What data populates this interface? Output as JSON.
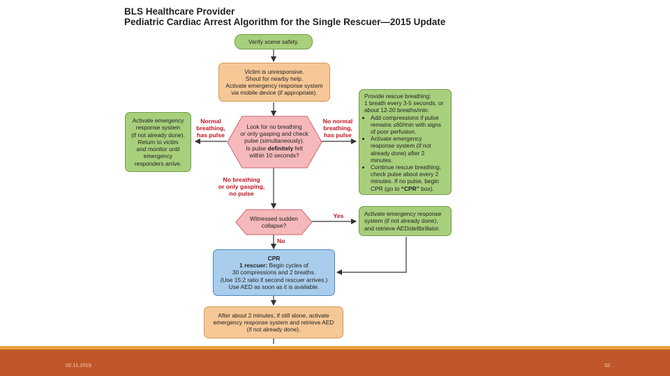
{
  "title": {
    "line1": "BLS Healthcare Provider",
    "line2": "Pediatric Cardiac Arrest Algorithm for the Single Rescuer—2015 Update"
  },
  "nodes": {
    "verify": "Verify scene safety.",
    "victim": [
      "Victim is unresponsive.",
      "Shout for nearby help.",
      "Activate emergency response system",
      "via mobile device (if appropriate)."
    ],
    "check": {
      "lines_before": [
        "Look for no breathing",
        "or only gasping and check",
        "pulse (simultaneously)."
      ],
      "q_pre": "Is pulse ",
      "q_bold": "definitely",
      "q_post": " felt",
      "last": "within 10 seconds?"
    },
    "left_box": [
      "Activate emergency",
      "response system",
      "(if not already done).",
      "Return to victim",
      "and monitor until",
      "emergency",
      "responders arrive."
    ],
    "rescue": {
      "intro": [
        "Provide rescue breathing:",
        "1 breath every 3-5 seconds, or",
        "about 12-20 breaths/min."
      ],
      "bullet1": "Add compressions if pulse remains ≤60/min with signs of poor perfusion.",
      "bullet2": "Activate emergency response system (if not already done) after 2 minutes.",
      "bullet3_pre": "Continue rescue breathing; check pulse about every 2 minutes. If no pulse, begin CPR (go to ",
      "bullet3_bold": "“CPR”",
      "bullet3_post": " box)."
    },
    "witnessed": [
      "Witnessed sudden",
      "collapse?"
    ],
    "aed": [
      "Activate emergency response",
      "system (if not already done),",
      "and retrieve AED/defibrillator."
    ],
    "cpr": {
      "title": "CPR",
      "line1_bold": "1 rescuer:",
      "line1_rest": " Begin cycles of",
      "lines": [
        "30 compressions and 2 breaths.",
        "(Use 15:2 ratio if second rescuer arrives.)",
        "Use AED as soon as it is available."
      ]
    },
    "after": [
      "After about 2 minutes, if still alone, activate",
      "emergency response system and retrieve AED",
      "(if not already done)."
    ]
  },
  "labels": {
    "normal": [
      "Normal",
      "breathing,",
      "has pulse"
    ],
    "no_normal": [
      "No normal",
      "breathing,",
      "has pulse"
    ],
    "no_breathing": [
      "No breathing",
      "or only gasping,",
      "no pulse"
    ],
    "yes": "Yes",
    "no": "No"
  },
  "footer": {
    "date": "02.11.2015",
    "page": "32",
    "colors": {
      "band": "#c0562a",
      "stripe": "#e8a13a"
    }
  }
}
